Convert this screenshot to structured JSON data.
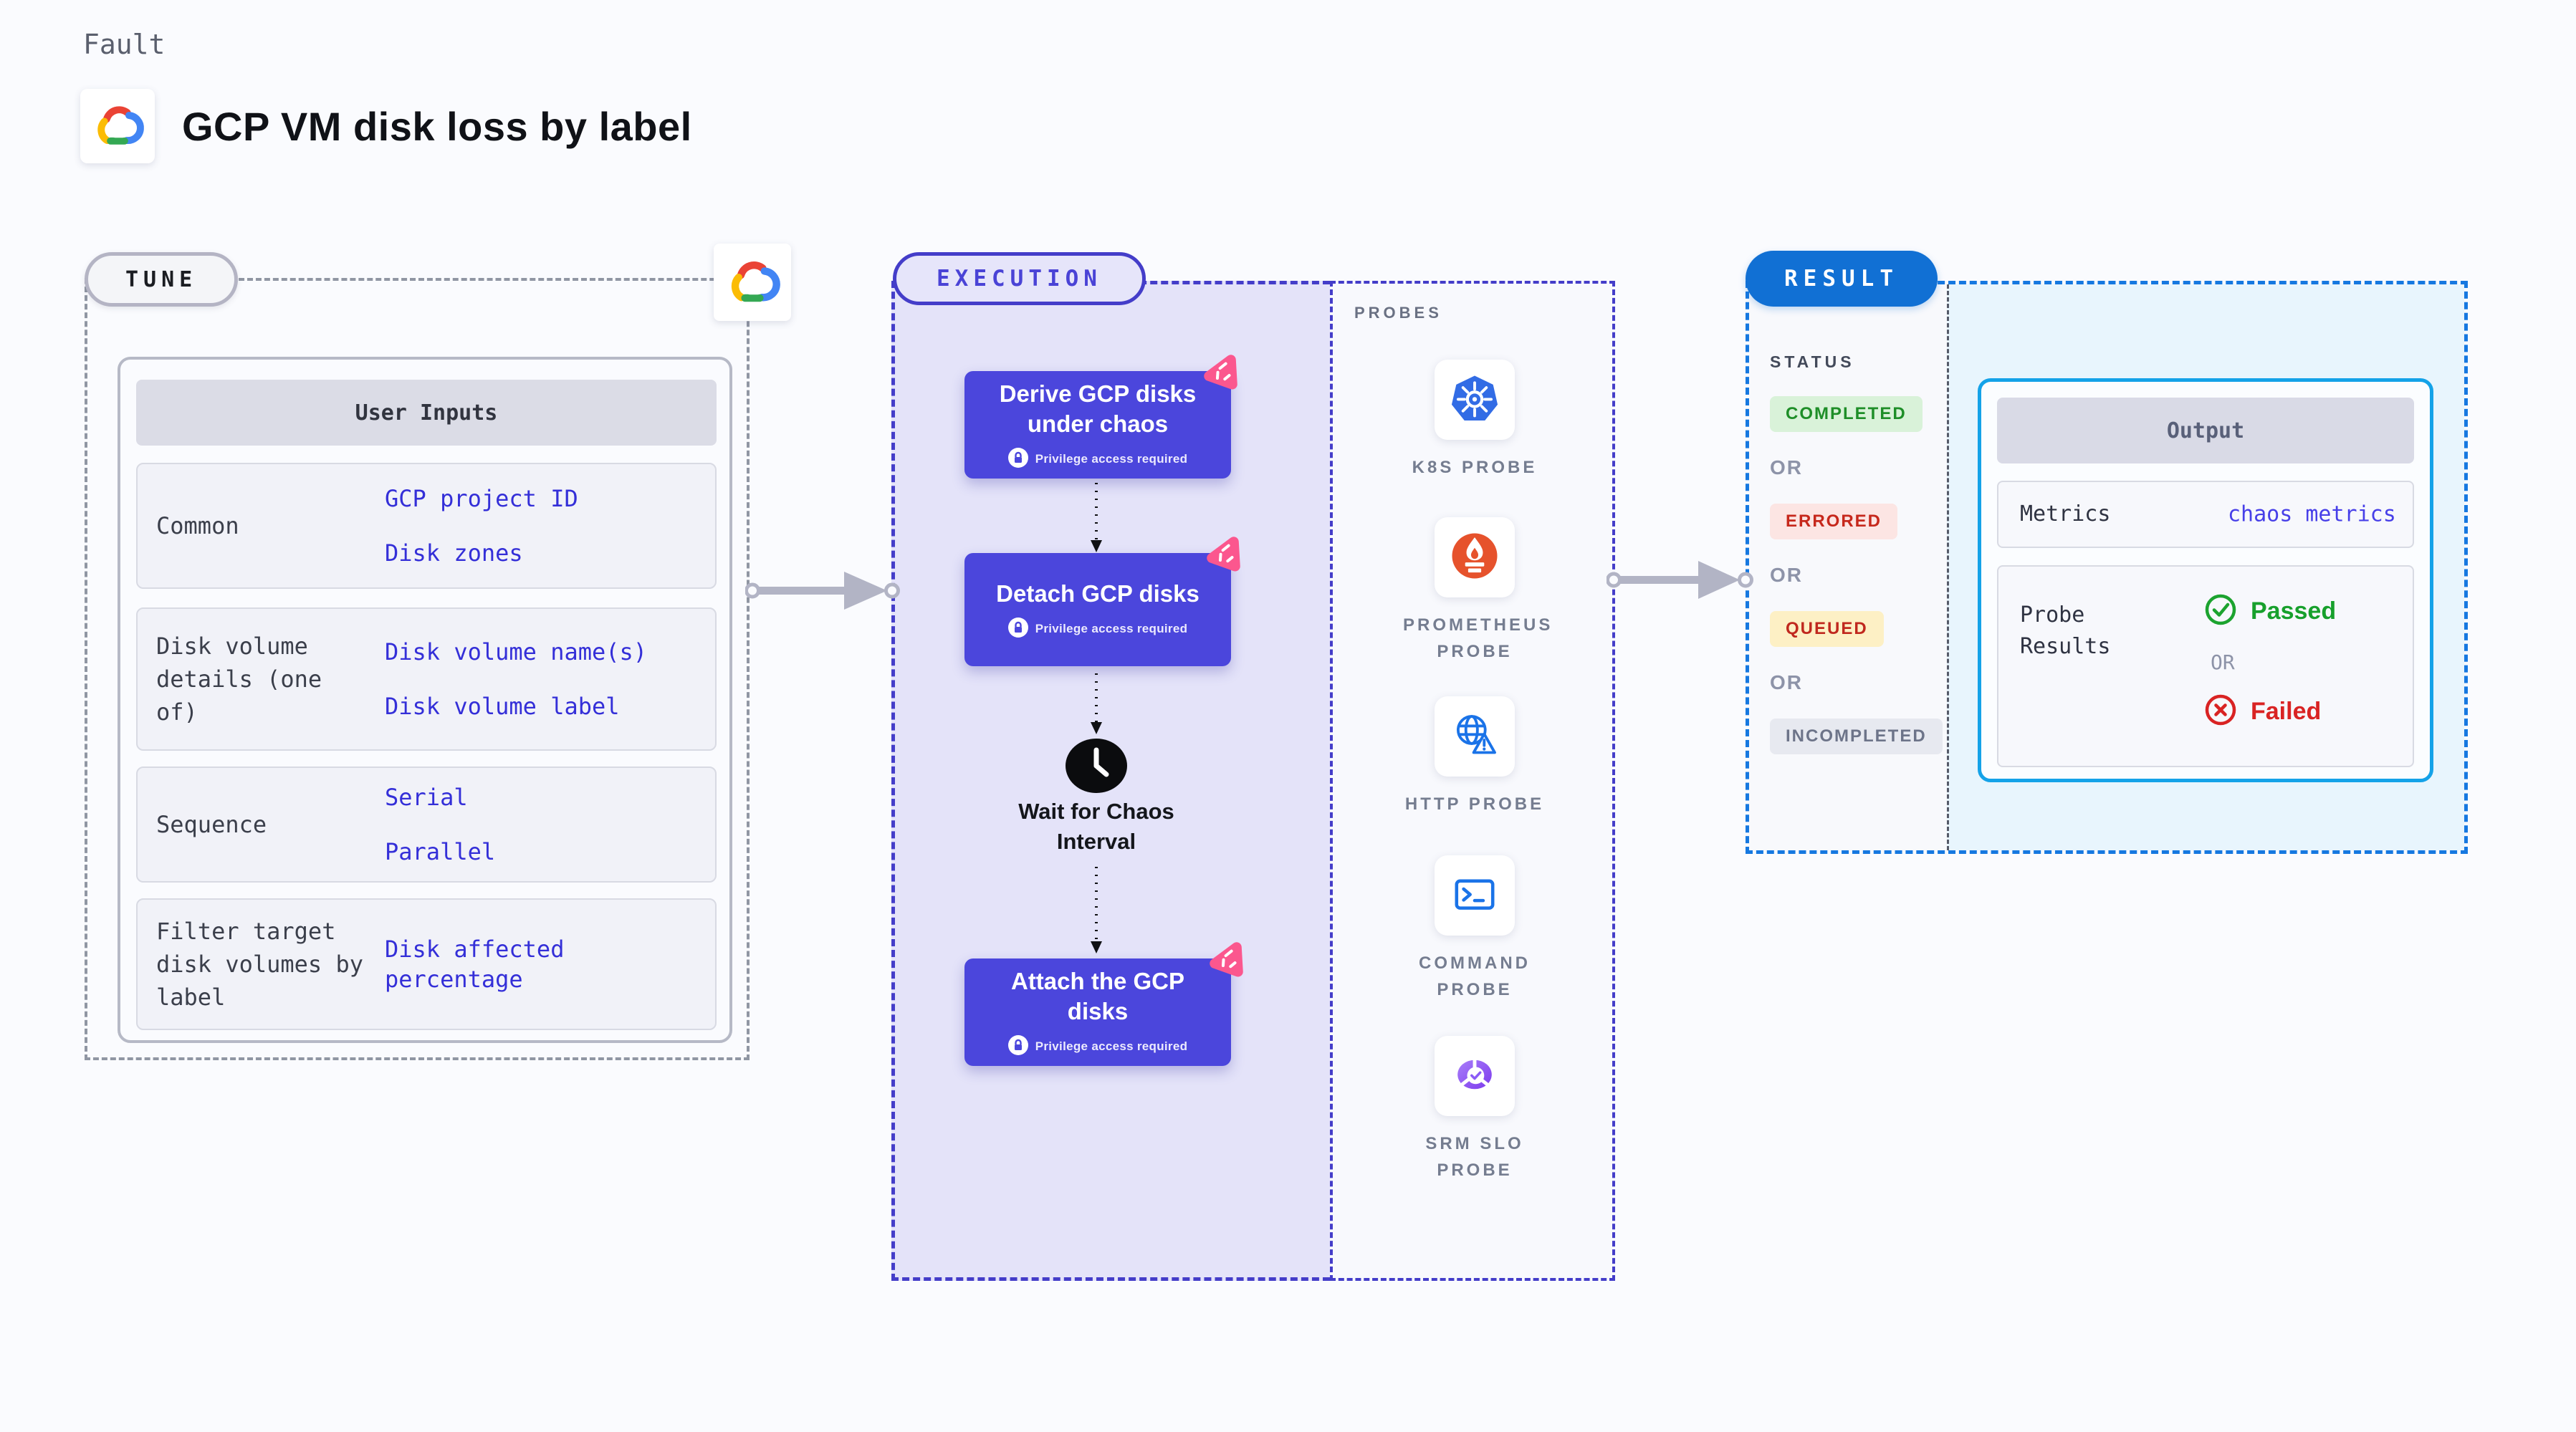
{
  "header": {
    "kicker": "Fault",
    "title": "GCP VM disk loss by label",
    "logo": "gcp-cloud-logo"
  },
  "tune": {
    "badge": "TUNE",
    "table": {
      "header": "User Inputs",
      "rows": [
        {
          "label": "Common",
          "values": [
            "GCP project ID",
            "Disk zones"
          ]
        },
        {
          "label": "Disk volume details (one of)",
          "values": [
            "Disk volume name(s)",
            "Disk volume label"
          ]
        },
        {
          "label": "Sequence",
          "values": [
            "Serial",
            "Parallel"
          ]
        },
        {
          "label": "Filter target disk volumes by label",
          "values": [
            "Disk affected percentage"
          ]
        }
      ]
    }
  },
  "execution": {
    "badge": "EXECUTION",
    "steps": [
      {
        "title": "Derive GCP disks under chaos",
        "note": "Privilege access required"
      },
      {
        "title": "Detach GCP disks",
        "note": "Privilege access required"
      },
      {
        "title": "Wait for Chaos Interval"
      },
      {
        "title": "Attach the GCP disks",
        "note": "Privilege access required"
      }
    ]
  },
  "probes": {
    "title": "PROBES",
    "items": [
      {
        "label": "K8S PROBE",
        "icon": "kubernetes-icon"
      },
      {
        "label": "PROMETHEUS PROBE",
        "icon": "prometheus-icon"
      },
      {
        "label": "HTTP PROBE",
        "icon": "http-globe-icon"
      },
      {
        "label": "COMMAND PROBE",
        "icon": "terminal-icon"
      },
      {
        "label": "SRM SLO PROBE",
        "icon": "slo-gauge-icon"
      }
    ]
  },
  "result": {
    "badge": "RESULT",
    "status": {
      "title": "STATUS",
      "separator": "OR",
      "items": [
        {
          "label": "COMPLETED",
          "style": "background:#d9f2d9;color:#1e8e28"
        },
        {
          "label": "ERRORED",
          "style": "background:#fce5e3;color:#c6281c"
        },
        {
          "label": "QUEUED",
          "style": "background:#fdf0c5;color:#c0281e"
        },
        {
          "label": "INCOMPLETED",
          "style": "background:#e7e9f0;color:#6d7489"
        }
      ]
    },
    "output": {
      "header": "Output",
      "metrics_label": "Metrics",
      "metrics_value": "chaos metrics",
      "probe_results_label": "Probe Results",
      "passed_label": "Passed",
      "separator": "OR",
      "failed_label": "Failed"
    }
  },
  "colors": {
    "accent_indigo": "#4b46dc",
    "accent_blue": "#1170d4",
    "link_blue": "#342fd8",
    "output_border": "#14a2e8",
    "chaos_pink": "#fb578e",
    "arrow_gray": "#b2b4c5"
  }
}
